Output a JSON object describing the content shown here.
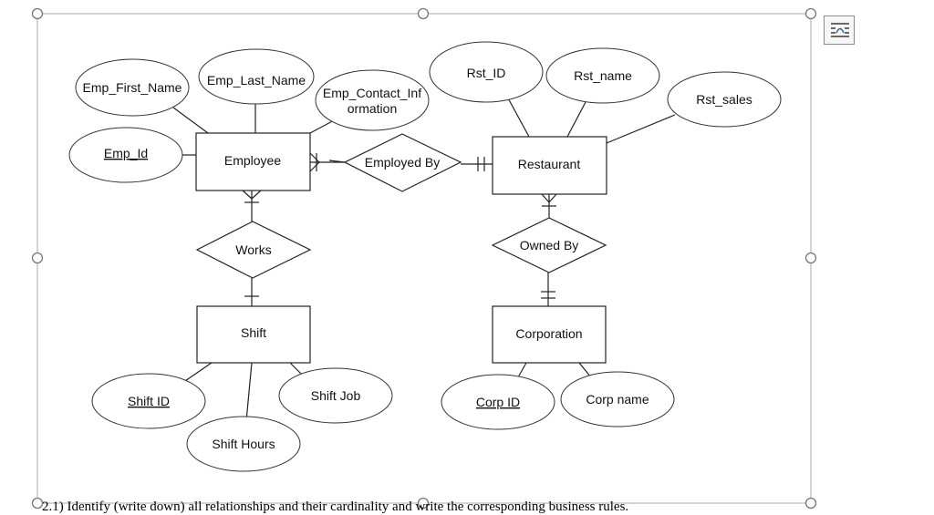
{
  "diagram": {
    "entities": {
      "employee": "Employee",
      "restaurant": "Restaurant",
      "shift": "Shift",
      "corporation": "Corporation"
    },
    "relationships": {
      "employed_by": "Employed By",
      "works": "Works",
      "owned_by": "Owned By"
    },
    "attributes": {
      "emp_first_name": "Emp_First_Name",
      "emp_last_name": "Emp_Last_Name",
      "emp_contact_line1": "Emp_Contact_Inf",
      "emp_contact_line2": "ormation",
      "emp_id": "Emp_Id",
      "rst_id": "Rst_ID",
      "rst_name": "Rst_name",
      "rst_sales": "Rst_sales",
      "shift_id": "Shift ID",
      "shift_job": "Shift Job",
      "shift_hours": "Shift Hours",
      "corp_id": "Corp ID",
      "corp_name": "Corp name"
    }
  },
  "icons": {
    "layout_options": "layout-options-icon"
  },
  "caption": "2.1) Identify (write down) all relationships and their cardinality and write the corresponding business rules."
}
